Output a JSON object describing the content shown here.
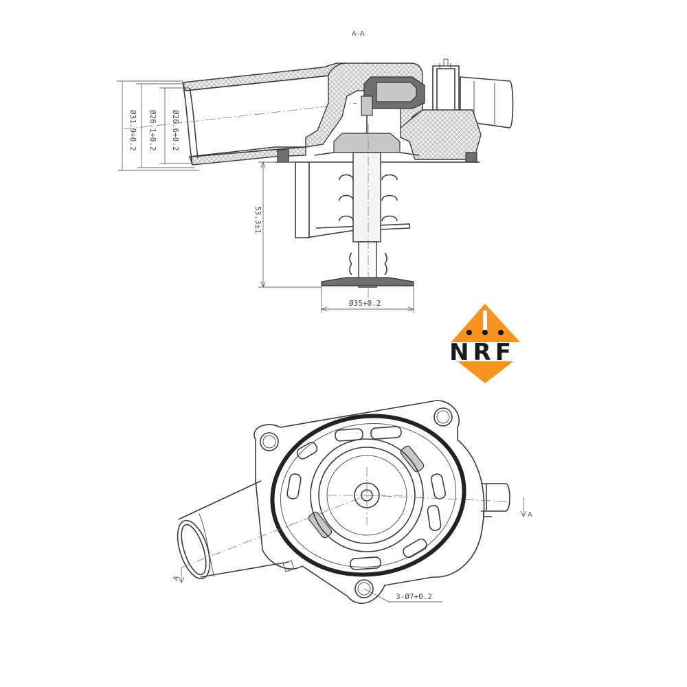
{
  "section_title": "A–A",
  "dimensions": {
    "outer_diameter": "Ø31.9+0.2",
    "middle_diameter": "Ø26.1+0.2",
    "inner_diameter": "Ø26.6+0.2",
    "height": "53.3±1",
    "valve_diameter": "Ø35+0.2",
    "bolt_holes": "3-Ø7+0.2"
  },
  "section_markers": {
    "right": "A",
    "left": "A"
  },
  "logo": {
    "text": "NRF",
    "brand_color": "#f7941d",
    "text_color": "#1a1a1a"
  },
  "colors": {
    "line": "#3a3a3a",
    "hatch_fill": "#ececec",
    "dark_part": "#6f6f6f"
  }
}
